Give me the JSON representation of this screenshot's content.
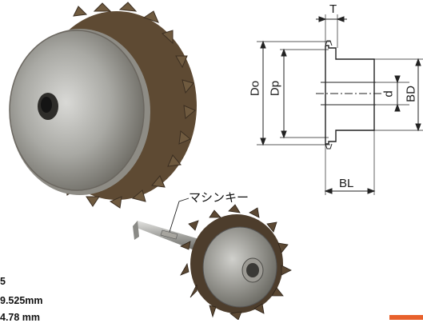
{
  "drawing": {
    "labels": {
      "T": "T",
      "Do": "Do",
      "Dp": "Dp",
      "d": "d",
      "BD": "BD",
      "BL": "BL"
    }
  },
  "callout": {
    "machine_key": "マシンキー"
  },
  "specs": {
    "line1": "5",
    "line2": "9.525mm",
    "line3": "4.78  mm"
  },
  "colors": {
    "badge": "#e8612c",
    "line": "#222222"
  }
}
